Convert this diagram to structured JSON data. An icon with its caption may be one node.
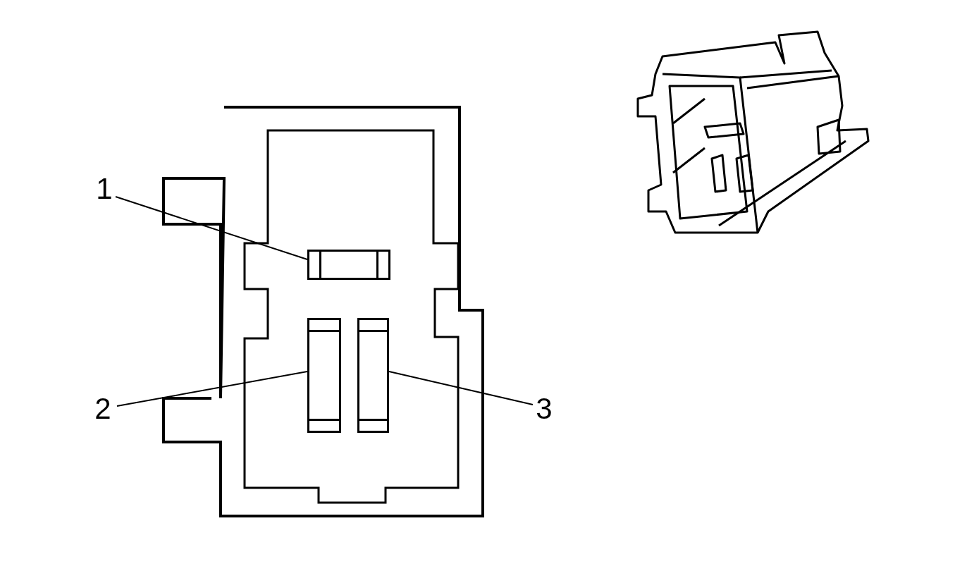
{
  "diagram": {
    "nodes": [
      {
        "text": [
          "1"
        ]
      },
      {
        "text": [],
        "shape": "box"
      },
      {
        "text": [
          "2"
        ]
      },
      {
        "text": [],
        "shape": "box"
      },
      {
        "text": [
          "3"
        ]
      },
      {
        "text": [],
        "shape": "box"
      }
    ],
    "edges": [
      {
        "from": 0,
        "to": 1,
        "arrow": "none"
      },
      {
        "from": 2,
        "to": 3,
        "arrow": "none"
      },
      {
        "from": 4,
        "to": 5,
        "arrow": "none"
      }
    ]
  }
}
